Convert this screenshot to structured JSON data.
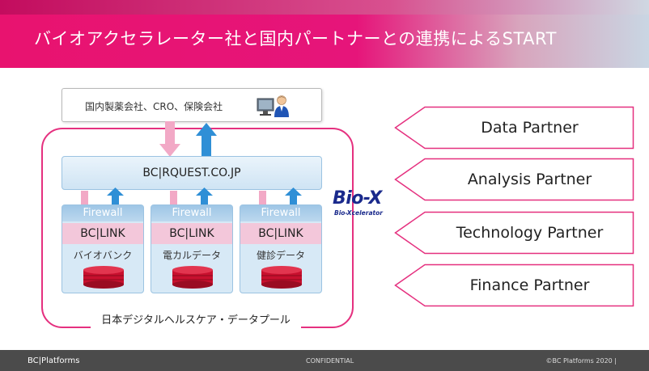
{
  "header": {
    "title": "バイオアクセラレーター社と国内パートナーとの連携によるSTART"
  },
  "client": {
    "label": "国内製薬会社、CRO、保険会社"
  },
  "rquest": {
    "label": "BC|RQUEST.CO.JP"
  },
  "pool": {
    "label": "日本デジタルヘルスケア・データプール"
  },
  "nodes": [
    {
      "firewall": "Firewall",
      "link": "BC|LINK",
      "data": "バイオバンク"
    },
    {
      "firewall": "Firewall",
      "link": "BC|LINK",
      "data": "電カルデータ"
    },
    {
      "firewall": "Firewall",
      "link": "BC|LINK",
      "data": "健診データ"
    }
  ],
  "biox": {
    "name": "Bio-X",
    "sub": "Bio-Xcelerator"
  },
  "partners": [
    "Data Partner",
    "Analysis Partner",
    "Technology Partner",
    "Finance Partner"
  ],
  "footer": {
    "logo": "BC|Platforms",
    "confidential": "CONFIDENTIAL",
    "copyright": "©BC Platforms 2020 |"
  },
  "colors": {
    "accent": "#e5307f",
    "brand_blue": "#1a2a8c",
    "up_arrow": "#2f8fd6",
    "down_arrow": "#f2a9c6"
  }
}
